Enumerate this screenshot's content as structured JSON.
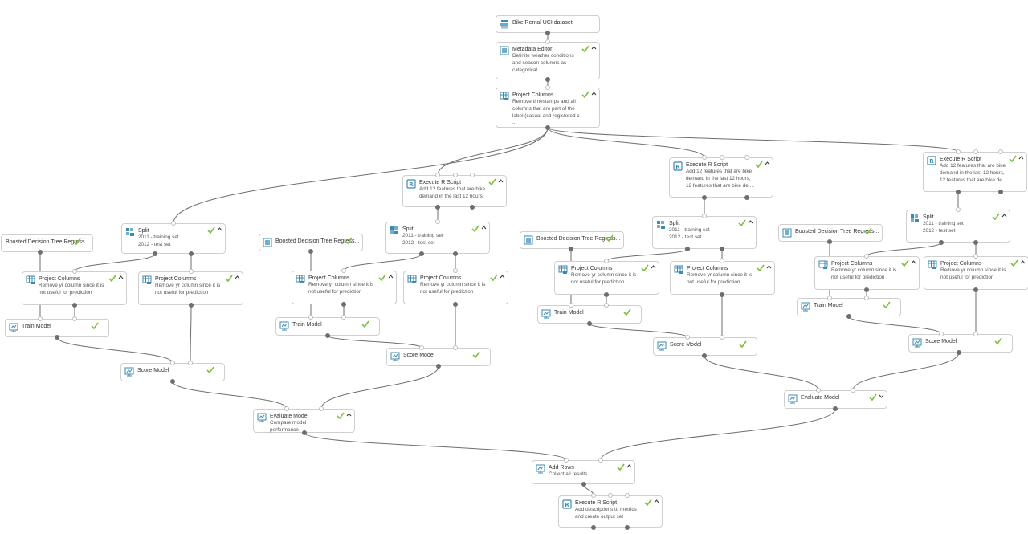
{
  "colors": {
    "accent": "#3c8ab0",
    "check": "#7cbf3a",
    "wire": "#6e6e6e",
    "port_out": "#6e6e6e",
    "port_in": "#bdbdbd",
    "border": "#cfcfcf"
  },
  "labels": {
    "bike_dataset": "Bike Rental UCI dataset",
    "metadata_editor": "Metadata Editor",
    "metadata_desc": "Definite weather conditions and season columns as categorical",
    "project_columns": "Project Columns",
    "project_main_desc": "Remove timestamps and all columns that are part of the label (casual and registered c ...",
    "execute_r": "Execute R Script",
    "r1_desc": "Add 12 features that are bike demand in the last 12 hours",
    "r2_desc": "Add 12 features that are bike demand in the last 12 hours, 12 features that are bike de ...",
    "r3_desc": "Add 12 features that are bike demand in the last 12 hours, 12 features that are bike de ...",
    "split": "Split",
    "split_desc": "2011 - training set\n2012 - test set",
    "boosted": "Boosted Decision Tree Regress...",
    "remove_yr": "Remove yr column since it is not useful for prediction",
    "train_model": "Train Model",
    "score_model": "Score Model",
    "evaluate_model": "Evaluate Model",
    "compare_desc": "Compare model performance",
    "add_rows": "Add Rows",
    "add_rows_desc": "Collect all results",
    "final_desc": "Add descriptions to metrics and create output set"
  }
}
